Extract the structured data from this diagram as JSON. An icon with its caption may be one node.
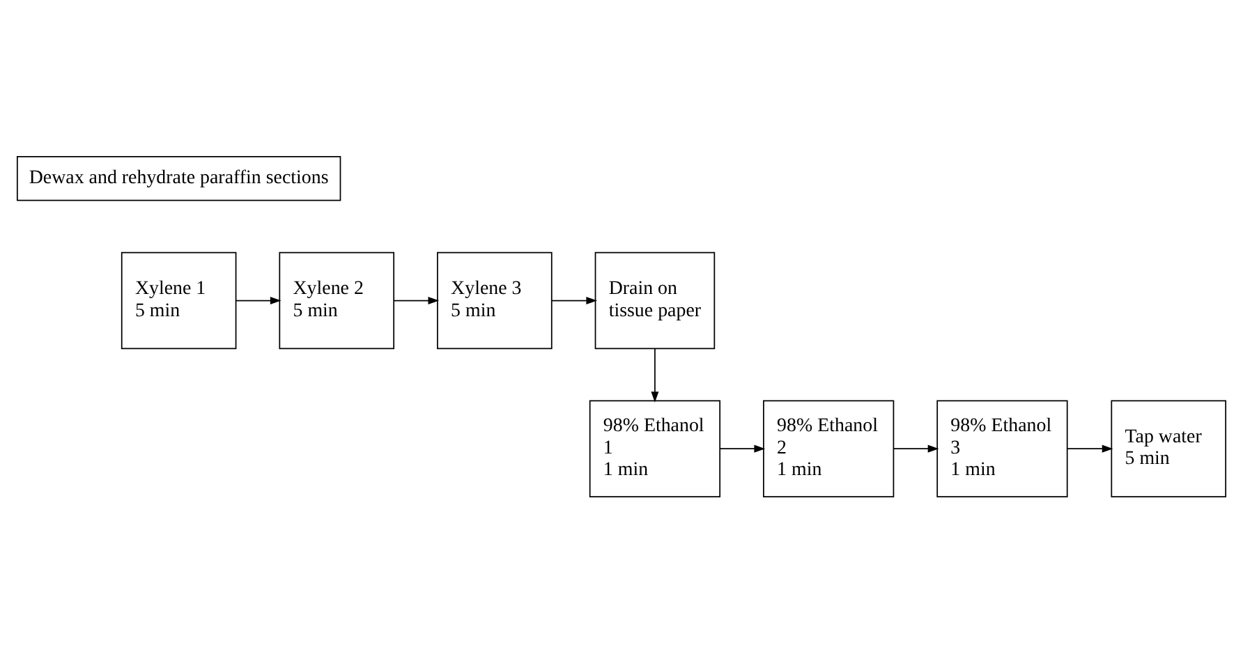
{
  "diagram": {
    "nodes": [
      {
        "text": [
          "Dewax and rehydrate paraffin sections"
        ]
      },
      {
        "text": [
          "Xylene 1",
          "5 min"
        ]
      },
      {
        "text": [
          "Xylene 2",
          "5 min"
        ]
      },
      {
        "text": [
          "Xylene 3",
          "5 min"
        ]
      },
      {
        "text": [
          "Drain on tissue paper"
        ]
      },
      {
        "text": [
          "98% Ethanol 1",
          "1 min"
        ]
      },
      {
        "text": [
          "98% Ethanol 2",
          "1 min"
        ]
      },
      {
        "text": [
          "98% Ethanol 3",
          "1 min"
        ]
      },
      {
        "text": [
          "Tap water",
          "5 min"
        ]
      }
    ],
    "edges": [
      {
        "from": 1,
        "to": 2,
        "arrow": "to"
      },
      {
        "from": 2,
        "to": 3,
        "arrow": "to"
      },
      {
        "from": 3,
        "to": 4,
        "arrow": "to"
      },
      {
        "from": 4,
        "to": 5,
        "arrow": "to"
      },
      {
        "from": 5,
        "to": 6,
        "arrow": "to"
      },
      {
        "from": 6,
        "to": 7,
        "arrow": "to"
      },
      {
        "from": 7,
        "to": 8,
        "arrow": "to"
      }
    ]
  }
}
